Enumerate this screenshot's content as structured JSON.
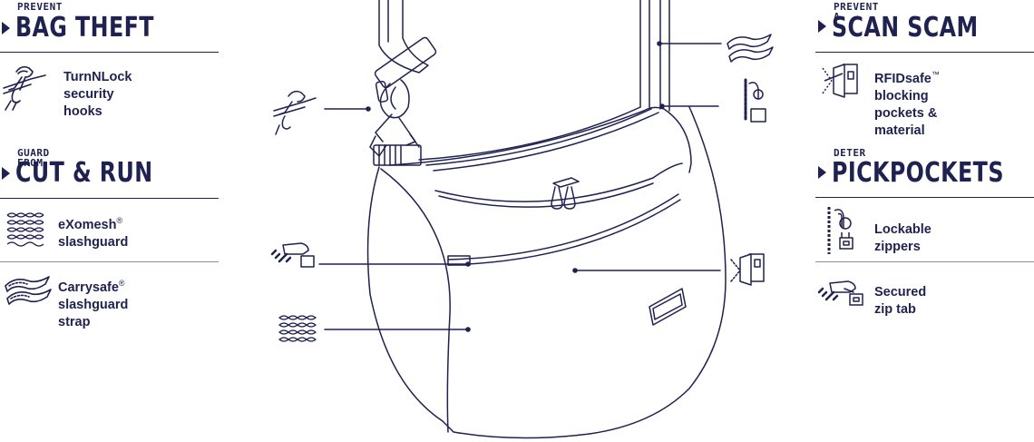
{
  "colors": {
    "ink": "#1f2150",
    "background": "#ffffff",
    "divider": "#8a8ca8"
  },
  "left": {
    "sections": [
      {
        "kicker": "PREVENT",
        "heading": "BAG THEFT",
        "features": [
          {
            "label": "TurnNLock\nsecurity hooks",
            "icon": "security-hook-icon"
          }
        ]
      },
      {
        "kicker": "GUARD FROM",
        "heading": "CUT & RUN",
        "features": [
          {
            "label": "eXomesh",
            "suffix": "®",
            "line2": "slashguard",
            "icon": "mesh-icon"
          },
          {
            "label": "Carrysafe",
            "suffix": "®",
            "line2": "slashguard strap",
            "icon": "strap-icon"
          }
        ]
      }
    ]
  },
  "right": {
    "sections": [
      {
        "kicker": "PREVENT A",
        "heading": "SCAN SCAM",
        "features": [
          {
            "label": "RFIDsafe",
            "suffix": "™",
            "rest": " blocking",
            "line2": "pockets & material",
            "icon": "rfid-card-icon"
          }
        ]
      },
      {
        "kicker": "DETER",
        "heading": "PICKPOCKETS",
        "features": [
          {
            "label": "Lockable zippers",
            "icon": "zipper-lock-icon"
          },
          {
            "label": "Secured zip tab",
            "icon": "zip-tab-icon"
          }
        ]
      }
    ]
  }
}
